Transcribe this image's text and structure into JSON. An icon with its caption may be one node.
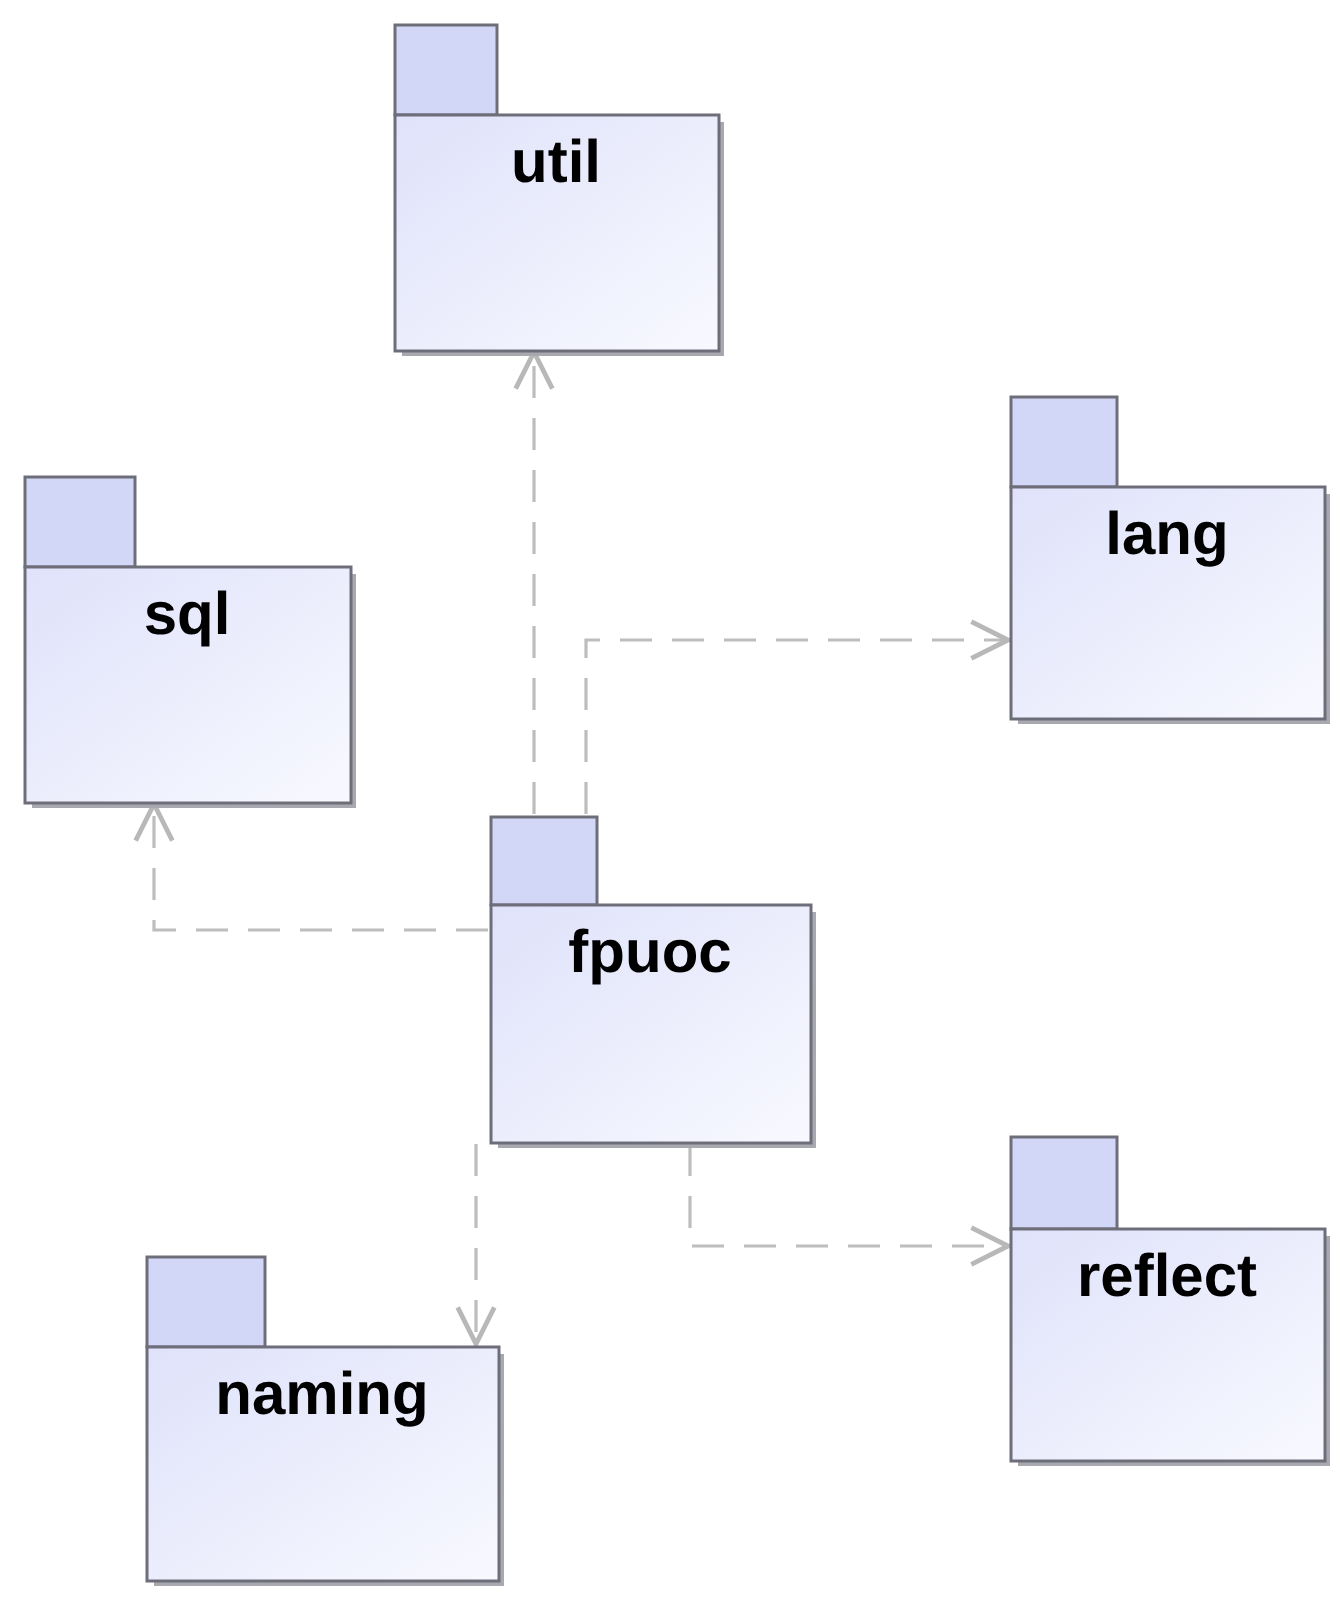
{
  "diagram": {
    "nodes": [
      {
        "text": [
          "util"
        ]
      },
      {
        "text": [
          "lang"
        ]
      },
      {
        "text": [
          "sql"
        ]
      },
      {
        "text": [
          "fpuoc"
        ]
      },
      {
        "text": [
          "naming"
        ]
      },
      {
        "text": [
          "reflect"
        ]
      }
    ],
    "edges": [
      {
        "from": 3,
        "to": 0,
        "arrow": "to",
        "style": "dashed"
      },
      {
        "from": 3,
        "to": 1,
        "arrow": "to",
        "style": "dashed"
      },
      {
        "from": 3,
        "to": 2,
        "arrow": "to",
        "style": "dashed"
      },
      {
        "from": 3,
        "to": 4,
        "arrow": "to",
        "style": "dashed"
      },
      {
        "from": 3,
        "to": 5,
        "arrow": "to",
        "style": "dashed"
      }
    ]
  }
}
